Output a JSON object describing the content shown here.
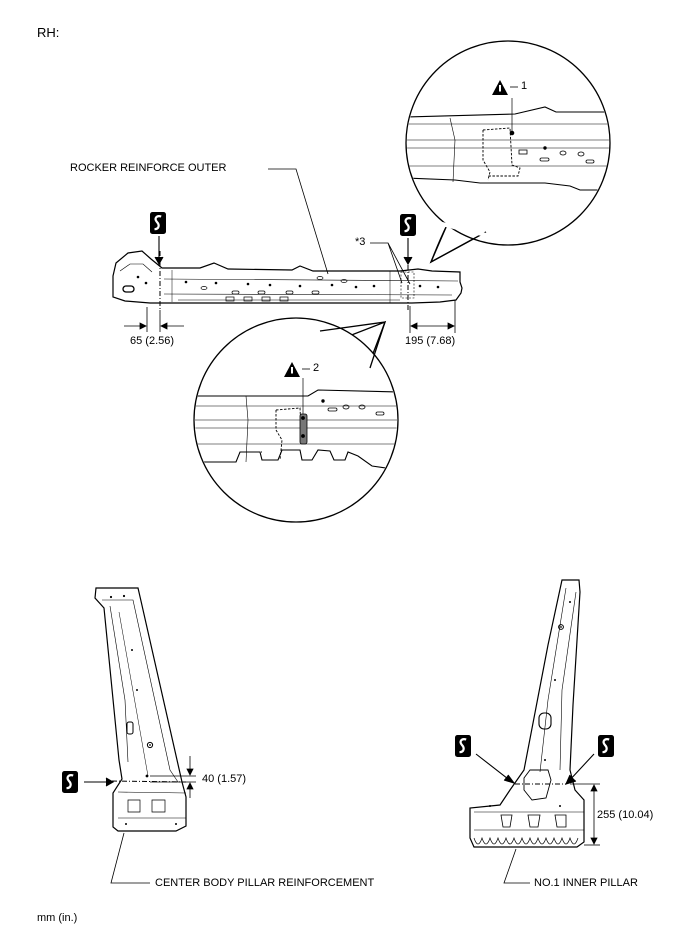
{
  "header": {
    "side": "RH:"
  },
  "labels": {
    "rocker": "ROCKER REINFORCE OUTER",
    "center_pillar": "CENTER BODY PILLAR REINFORCEMENT",
    "inner_pillar": "NO.1 INNER PILLAR",
    "star3": "*3"
  },
  "dimensions": {
    "rocker_left": "65 (2.56)",
    "rocker_right": "195 (7.68)",
    "center_pillar": "40 (1.57)",
    "inner_pillar": "255 (10.04)"
  },
  "callouts": {
    "detail_1": "1",
    "detail_2": "2"
  },
  "footer": {
    "units": "mm (in.)"
  },
  "icons": [
    "sectioning-mark-icon",
    "caution-triangle-icon"
  ]
}
